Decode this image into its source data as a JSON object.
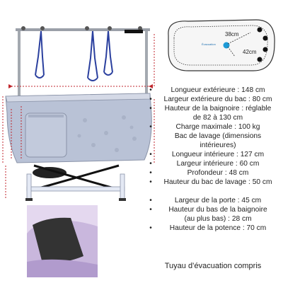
{
  "plan": {
    "width_label": "38cm",
    "center_label": "Évacuation",
    "distance_label": "42cm"
  },
  "specs": [
    {
      "bullet": true,
      "text": "Longueur extérieure : 148 cm"
    },
    {
      "bullet": true,
      "text": "Largeur extérieure du bac : 80 cm"
    },
    {
      "bullet": true,
      "text": "Hauteur de la baignoire : réglable"
    },
    {
      "bullet": false,
      "text": "de 82 à 130 cm"
    },
    {
      "bullet": true,
      "text": "Charge maximale : 100 kg"
    },
    {
      "bullet": false,
      "text": "Bac de lavage (dimensions"
    },
    {
      "bullet": false,
      "text": "intérieures)"
    },
    {
      "bullet": true,
      "text": "Longueur intérieure : 127 cm"
    },
    {
      "bullet": true,
      "text": "Largeur intérieure : 60 cm"
    },
    {
      "bullet": true,
      "text": "Profondeur : 48 cm"
    },
    {
      "bullet": true,
      "text": "Hauteur du bac de lavage : 50 cm"
    }
  ],
  "specs2": [
    {
      "bullet": true,
      "text": "Largeur de la porte : 45 cm"
    },
    {
      "bullet": true,
      "text": "Hauteur du bas de la baignoire"
    },
    {
      "bullet": false,
      "text": "(au plus bas) : 28 cm"
    },
    {
      "bullet": true,
      "text": "Hauteur de la potence : 70 cm"
    }
  ],
  "footer": {
    "note": "Tuyau d’évacuation compris"
  },
  "colors": {
    "tub": "#b9c2d6",
    "accent": "#c0262c",
    "leash": "#2a3f9e"
  }
}
